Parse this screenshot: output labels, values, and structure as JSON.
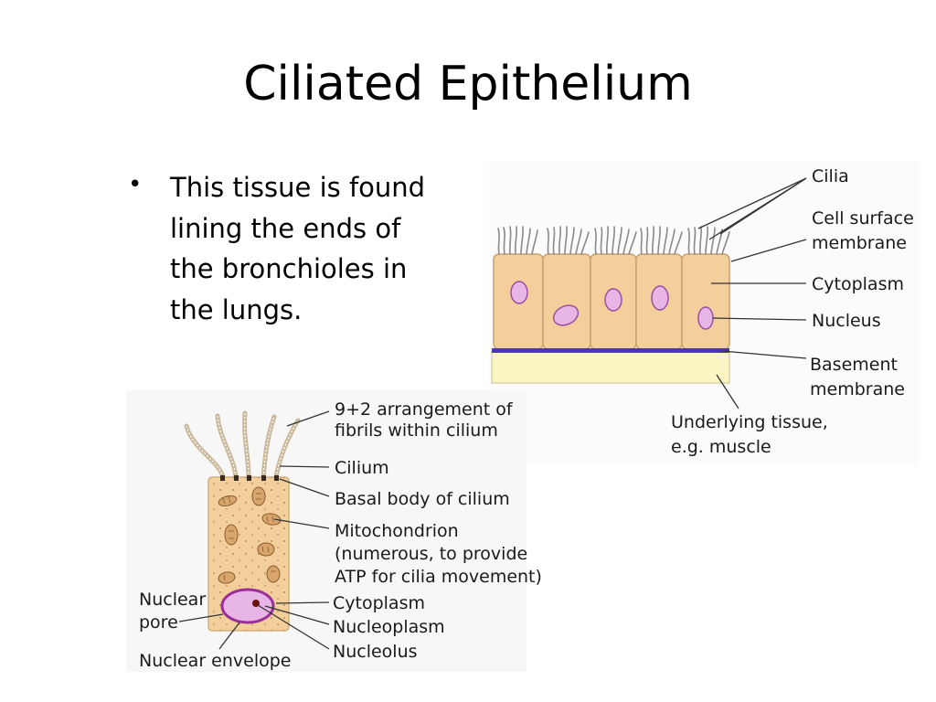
{
  "slide": {
    "title": "Ciliated Epithelium",
    "bullet": "This tissue is found lining the ends of the bronchioles in the lungs."
  },
  "tissue_diagram": {
    "labels": {
      "cilia": "Cilia",
      "cell_surface_1": "Cell surface",
      "cell_surface_2": "membrane",
      "cytoplasm": "Cytoplasm",
      "nucleus": "Nucleus",
      "basement_1": "Basement",
      "basement_2": "membrane",
      "underlying_1": "Underlying tissue,",
      "underlying_2": "e.g. muscle"
    }
  },
  "cell_diagram": {
    "labels": {
      "fibrils_1": "9+2 arrangement of",
      "fibrils_2": "fibrils within cilium",
      "cilium": "Cilium",
      "basal_body": "Basal body of cilium",
      "mito_1": "Mitochondrion",
      "mito_2": "(numerous, to provide",
      "mito_3": "ATP for cilia movement)",
      "cytoplasm": "Cytoplasm",
      "nucleoplasm": "Nucleoplasm",
      "nucleolus": "Nucleolus",
      "nuclear_pore_1": "Nuclear",
      "nuclear_pore_2": "pore",
      "nuclear_envelope": "Nuclear envelope"
    }
  },
  "colors": {
    "cell_fill": "#f3cf9c",
    "cell_stroke": "#c9a070",
    "nucleus_fill": "#e8b6e6",
    "nucleus_stroke": "#9a4fa0",
    "basement": "#4a3aa8",
    "underlying": "#fbf5c4",
    "leader": "#333333"
  }
}
